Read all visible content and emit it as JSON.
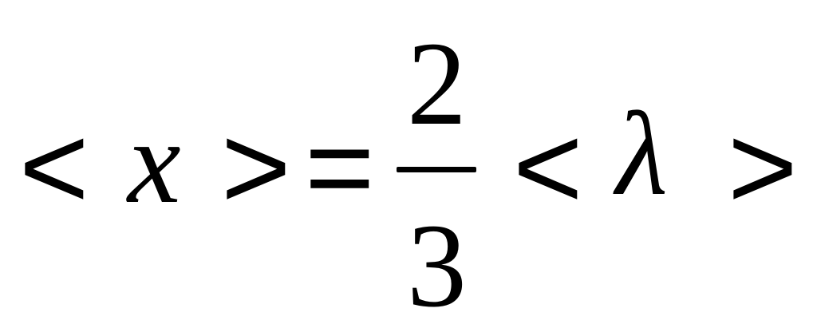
{
  "formula": {
    "lt_left": "<",
    "x_var": "x",
    "gt_left": ">",
    "equals": "=",
    "numerator": "2",
    "denominator": "3",
    "lt_right": "<",
    "lambda_var": "λ",
    "gt_right": ">"
  }
}
